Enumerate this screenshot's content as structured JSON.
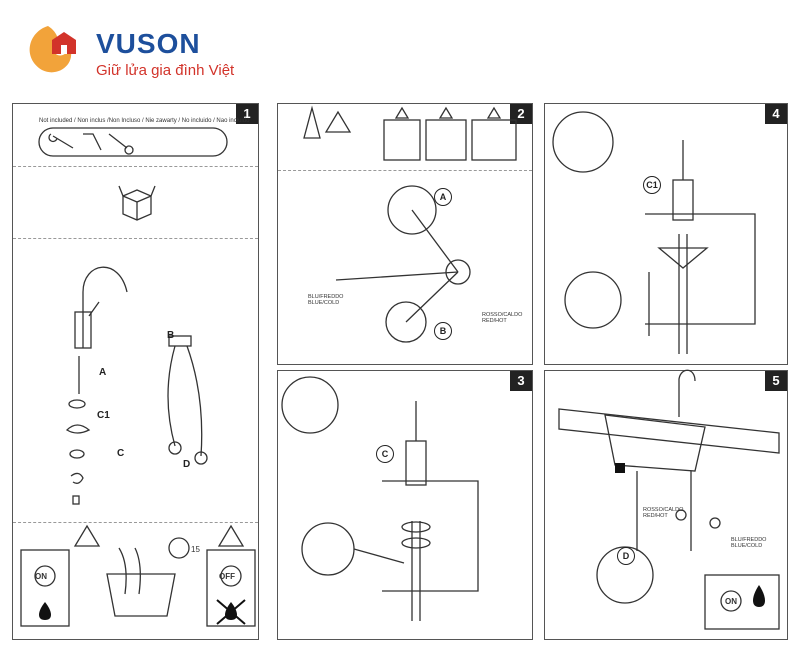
{
  "brand": {
    "name": "VUSON",
    "tagline": "Giữ lửa gia đình Việt",
    "colors": {
      "blue": "#1d4f9c",
      "red": "#d2332a",
      "orange": "#f2a33a"
    }
  },
  "panels": {
    "p1": {
      "number": "1",
      "not_included": "Not included / Non inclus /Non Incluso / Nie zawarty / No incluido / Nao incluido",
      "labels": {
        "a": "A",
        "c1": "C1",
        "c": "C",
        "b": "B",
        "d": "D"
      },
      "timer": "15",
      "on_label": "ON",
      "off_label": "OFF"
    },
    "p2": {
      "number": "2",
      "labels": {
        "a": "A",
        "b": "B"
      },
      "cold": "BLU/FREDDO\nBLUE/COLD",
      "hot": "ROSSO/CALDO\nRED/HOT"
    },
    "p3": {
      "number": "3",
      "labels": {
        "c": "C"
      }
    },
    "p4": {
      "number": "4",
      "labels": {
        "c1": "C1"
      }
    },
    "p5": {
      "number": "5",
      "labels": {
        "d": "D"
      },
      "hot": "ROSSO/CALDO\nRED/HOT",
      "cold": "BLU/FREDDO\nBLUE/COLD",
      "on_label": "ON"
    }
  }
}
